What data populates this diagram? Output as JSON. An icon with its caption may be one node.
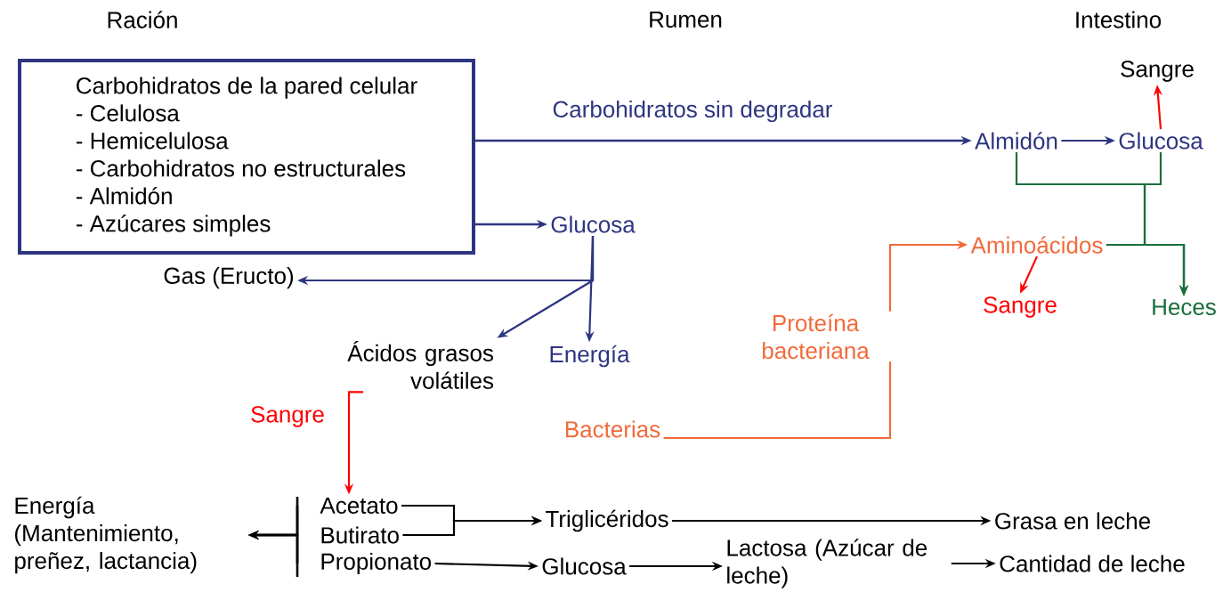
{
  "diagram": {
    "nodes": [
      {
        "text": [
          "Carbohidratos de la pared celular",
          "- Celulosa",
          "- Hemicelulosa",
          "- Carbohidratos no estructurales",
          "- Almidón",
          "- Azúcares simples"
        ]
      },
      {
        "text": [
          "Glucosa"
        ]
      },
      {
        "text": [
          "Gas (Eructo)"
        ]
      },
      {
        "text": [
          "Ácidos grasos volátiles"
        ]
      },
      {
        "text": [
          "Energía"
        ]
      },
      {
        "text": [
          "Almidón"
        ]
      },
      {
        "text": [
          "Glucosa"
        ]
      },
      {
        "text": [
          "Sangre"
        ]
      },
      {
        "text": [
          "Aminoácidos"
        ]
      },
      {
        "text": [
          "Sangre"
        ]
      },
      {
        "text": [
          "Heces"
        ]
      },
      {
        "text": [
          "Bacterias"
        ]
      },
      {
        "text": [
          "Acetato"
        ]
      },
      {
        "text": [
          "Butirato"
        ]
      },
      {
        "text": [
          "Propionato"
        ]
      },
      {
        "text": [
          "Energía (Mantenimiento, preñez, lactancia)"
        ]
      },
      {
        "text": [
          "Triglicéridos"
        ]
      },
      {
        "text": [
          "Glucosa"
        ]
      },
      {
        "text": [
          "Lactosa (Azúcar de leche)"
        ]
      },
      {
        "text": [
          "Grasa en leche"
        ]
      },
      {
        "text": [
          "Cantidad de leche"
        ]
      }
    ],
    "edges": [
      {
        "from": 0,
        "to": 5,
        "arrow": "to",
        "label": "Carbohidratos sin degradar",
        "color": "#2e3580"
      },
      {
        "from": 0,
        "to": 1,
        "arrow": "to",
        "color": "#2e3580"
      },
      {
        "from": 1,
        "to": 2,
        "arrow": "to",
        "color": "#2e3580"
      },
      {
        "from": 1,
        "to": 3,
        "arrow": "to",
        "color": "#2e3580"
      },
      {
        "from": 1,
        "to": 4,
        "arrow": "to",
        "color": "#2e3580"
      },
      {
        "from": 5,
        "to": 6,
        "arrow": "to",
        "color": "#2e3580"
      },
      {
        "from": 6,
        "to": 7,
        "arrow": "to",
        "color": "#ff0000"
      },
      {
        "from": 5,
        "to": 10,
        "arrow": "to",
        "color": "#1a6e3c"
      },
      {
        "from": 6,
        "to": 10,
        "arrow": "to",
        "color": "#1a6e3c"
      },
      {
        "from": 8,
        "to": 10,
        "arrow": "to",
        "color": "#1a6e3c"
      },
      {
        "from": 8,
        "to": 9,
        "arrow": "to",
        "color": "#ff0000"
      },
      {
        "from": 11,
        "to": 8,
        "arrow": "to",
        "label": "Proteína bacteriana",
        "color": "#f26a3a"
      },
      {
        "from": 3,
        "to": 12,
        "arrow": "to",
        "label": "Sangre",
        "color": "#ff0000"
      },
      {
        "from": 12,
        "to": 15,
        "arrow": "to"
      },
      {
        "from": 13,
        "to": 15,
        "arrow": "to"
      },
      {
        "from": 14,
        "to": 15,
        "arrow": "to"
      },
      {
        "from": 12,
        "to": 16,
        "arrow": "to"
      },
      {
        "from": 13,
        "to": 16,
        "arrow": "to"
      },
      {
        "from": 14,
        "to": 17,
        "arrow": "to"
      },
      {
        "from": 17,
        "to": 18,
        "arrow": "to"
      },
      {
        "from": 18,
        "to": 20,
        "arrow": "to"
      },
      {
        "from": 16,
        "to": 19,
        "arrow": "to"
      }
    ],
    "labels": [
      "Ración",
      "Rumen",
      "Intestino"
    ]
  }
}
